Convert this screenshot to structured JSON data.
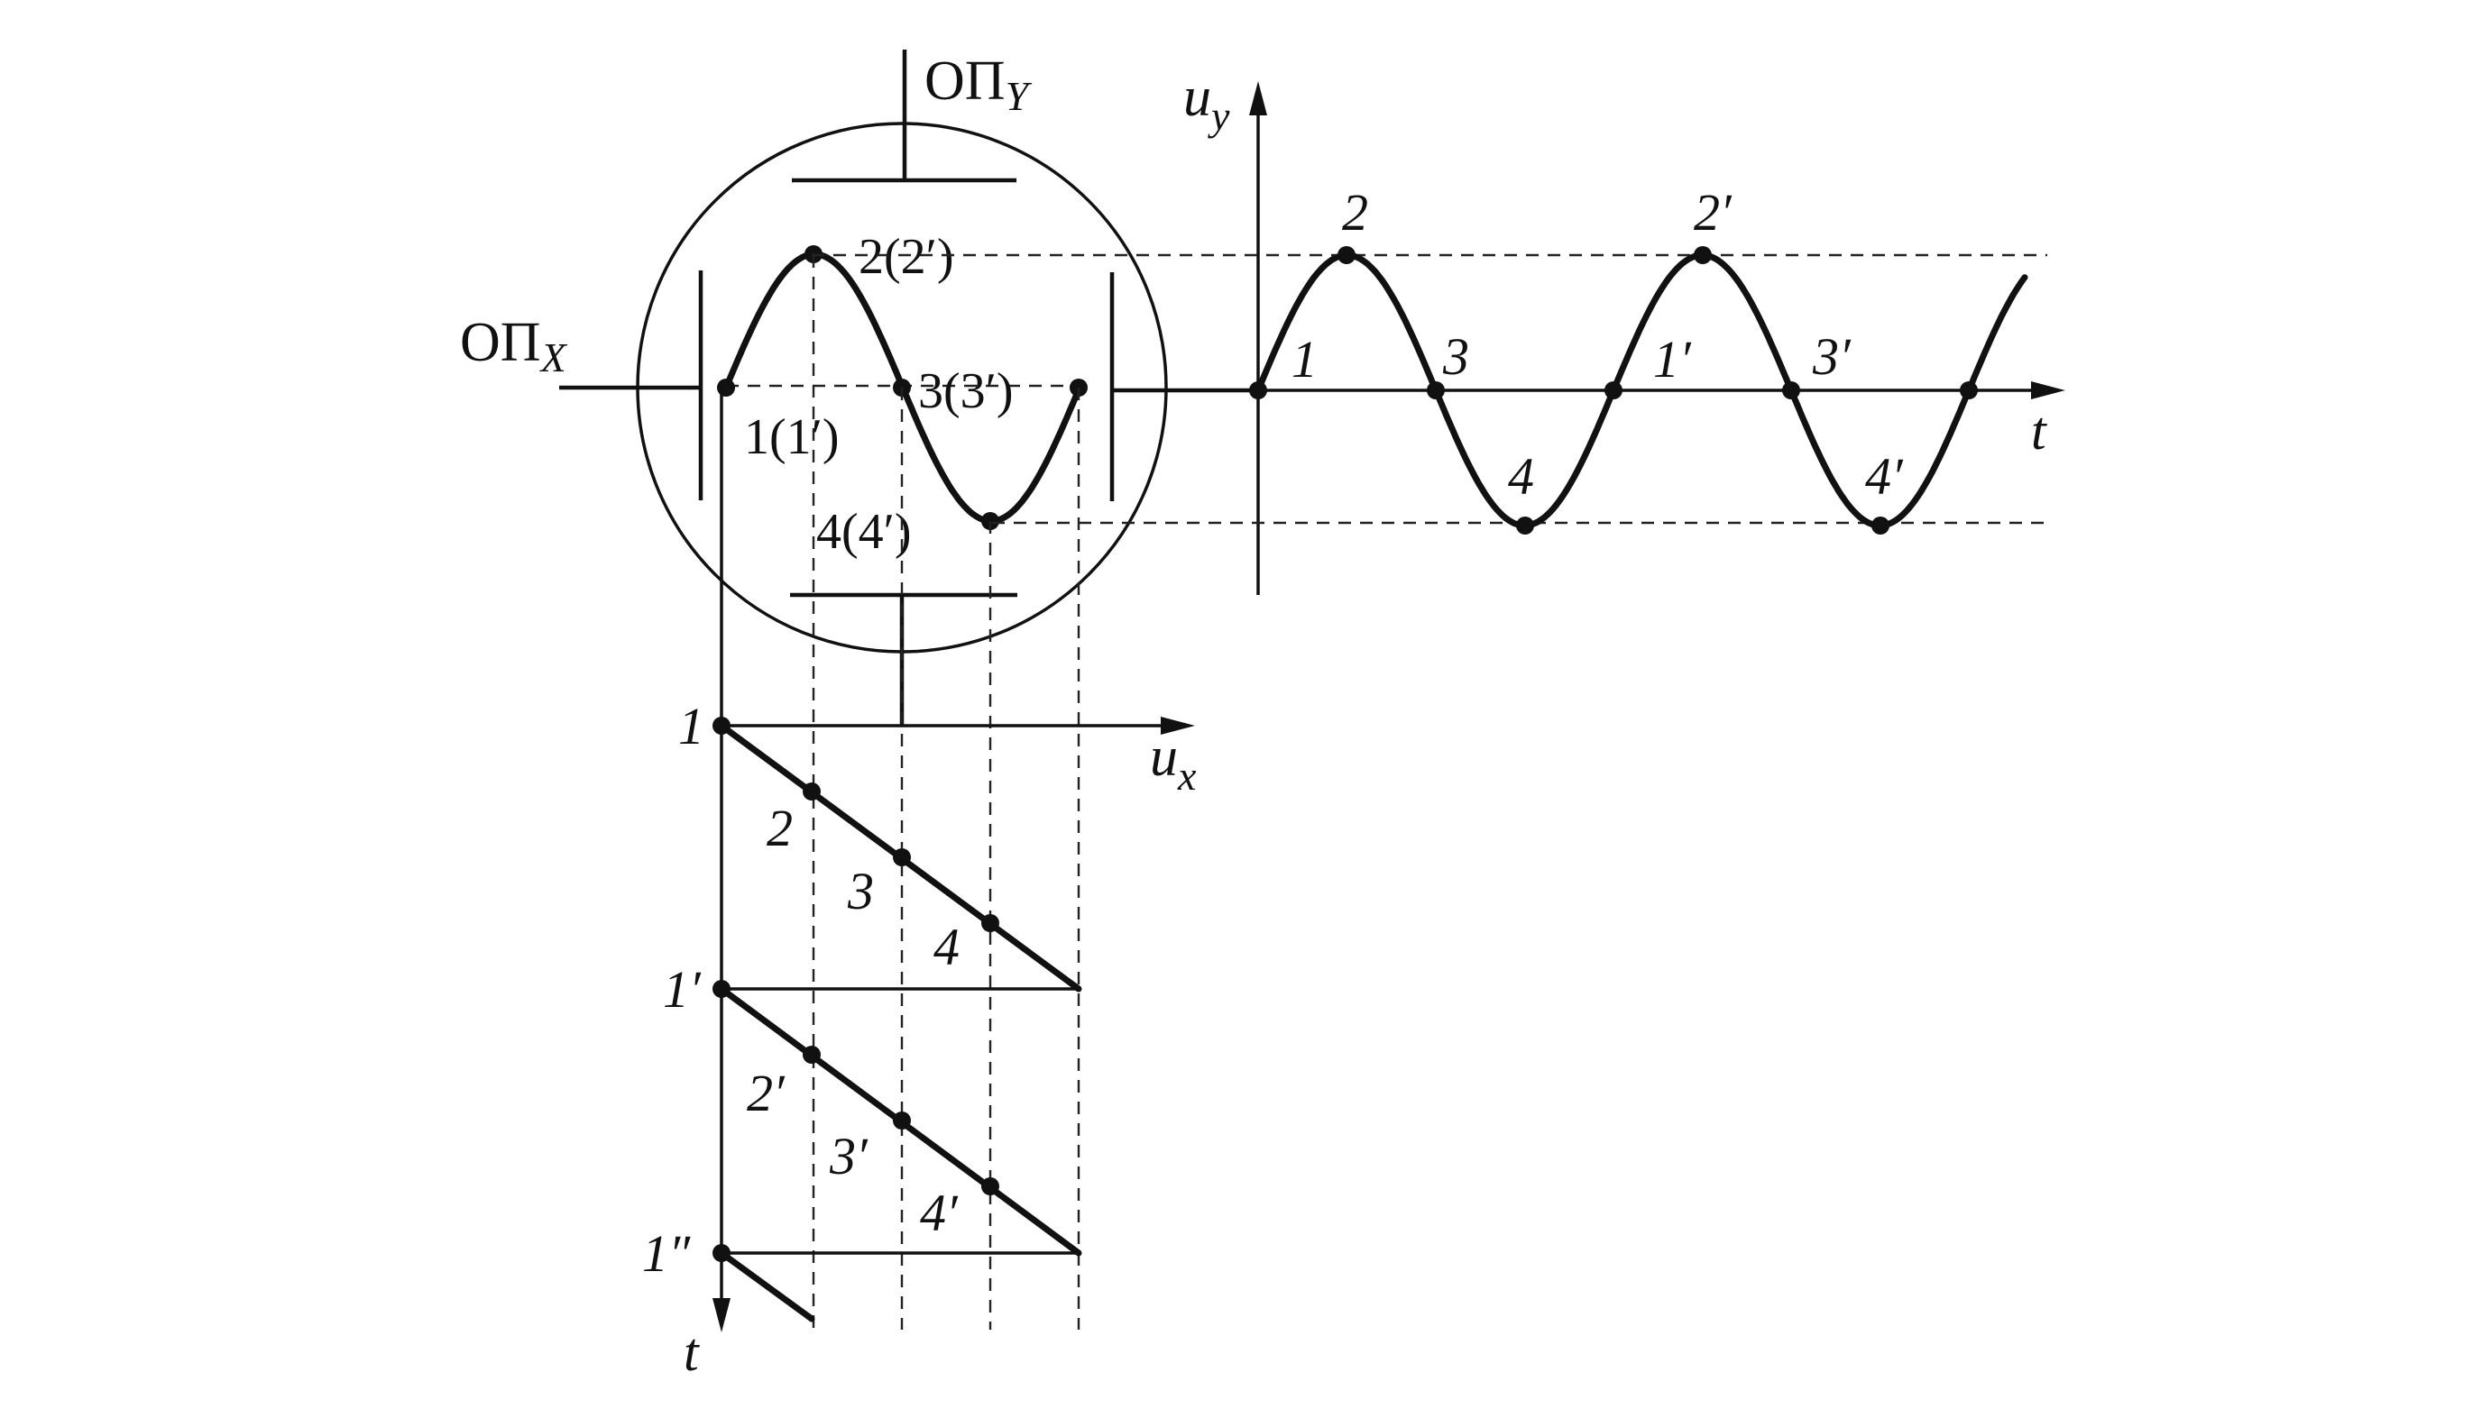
{
  "deflection": {
    "x_plates": "ОП",
    "x_sub": "X",
    "y_plates": "ОП",
    "y_sub": "Y"
  },
  "screen_points": {
    "p1": "1(1′)",
    "p2": "2(2′)",
    "p3": "3(3′)",
    "p4": "4(4′)"
  },
  "uy_plot": {
    "axis_y": "u",
    "axis_y_sub": "y",
    "axis_x": "t",
    "points": [
      "1",
      "2",
      "3",
      "4",
      "1′",
      "2′",
      "3′",
      "4′"
    ]
  },
  "ux_plot": {
    "axis_x": "u",
    "axis_x_sub": "x",
    "axis_y": "t",
    "starts": [
      "1",
      "1′",
      "1″"
    ],
    "cycle1_points": [
      "2",
      "3",
      "4"
    ],
    "cycle2_points": [
      "2′",
      "3′",
      "4′"
    ]
  },
  "colors": {
    "ink": "#111111",
    "background": "#ffffff"
  }
}
